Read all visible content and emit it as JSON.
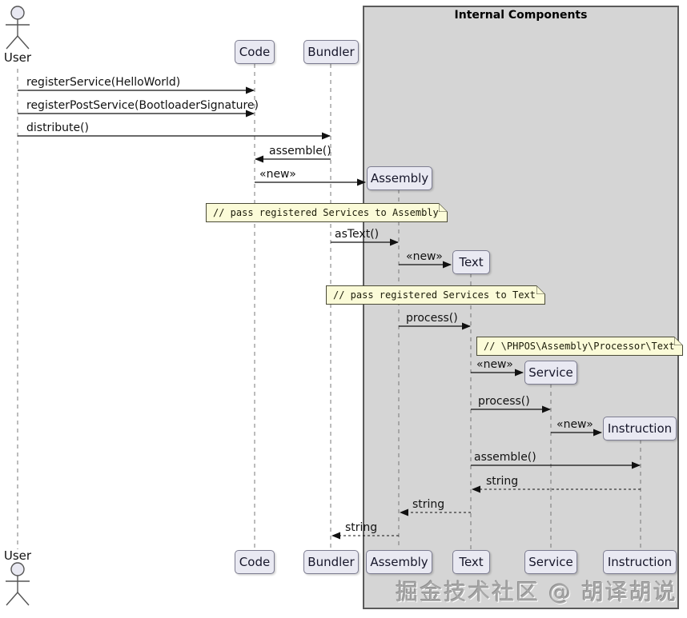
{
  "frame": {
    "title": "Internal Components"
  },
  "actor": {
    "label": "User"
  },
  "participants": [
    {
      "label": "Code"
    },
    {
      "label": "Bundler"
    },
    {
      "label": "Assembly"
    },
    {
      "label": "Text"
    },
    {
      "label": "Service"
    },
    {
      "label": "Instruction"
    }
  ],
  "messages": [
    {
      "label": "registerService(HelloWorld)",
      "from": "User",
      "to": "Code",
      "kind": "call"
    },
    {
      "label": "registerPostService(BootloaderSignature)",
      "from": "User",
      "to": "Code",
      "kind": "call"
    },
    {
      "label": "distribute()",
      "from": "User",
      "to": "Bundler",
      "kind": "call"
    },
    {
      "label": "assemble()",
      "from": "Bundler",
      "to": "Code",
      "kind": "call"
    },
    {
      "label": "«new»",
      "from": "Code",
      "to": "Assembly",
      "kind": "create"
    },
    {
      "label": "asText()",
      "from": "Bundler",
      "to": "Assembly",
      "kind": "call"
    },
    {
      "label": "«new»",
      "from": "Assembly",
      "to": "Text",
      "kind": "create"
    },
    {
      "label": "process()",
      "from": "Assembly",
      "to": "Text",
      "kind": "call"
    },
    {
      "label": "«new»",
      "from": "Text",
      "to": "Service",
      "kind": "create"
    },
    {
      "label": "process()",
      "from": "Text",
      "to": "Service",
      "kind": "call"
    },
    {
      "label": "«new»",
      "from": "Service",
      "to": "Instruction",
      "kind": "create"
    },
    {
      "label": "assemble()",
      "from": "Text",
      "to": "Instruction",
      "kind": "call"
    },
    {
      "label": "string",
      "from": "Instruction",
      "to": "Text",
      "kind": "return"
    },
    {
      "label": "string",
      "from": "Text",
      "to": "Assembly",
      "kind": "return"
    },
    {
      "label": "string",
      "from": "Assembly",
      "to": "Bundler",
      "kind": "return"
    }
  ],
  "notes": [
    {
      "text": "// pass registered Services to Assembly"
    },
    {
      "text": "// pass registered Services to Text"
    },
    {
      "text": "// \\PHPOS\\Assembly\\Processor\\Text"
    }
  ],
  "watermark": {
    "text": "掘金技术社区 @ 胡译胡说"
  },
  "colors": {
    "frame_bg": "#d5d5d5",
    "frame_border": "#5a5a5a",
    "participant_bg": "#e9e9f2",
    "participant_border": "#7d7d91",
    "note_bg": "#fbfbd8",
    "note_border": "#4a4a36",
    "arrow": "#111111",
    "lifeline": "#787878",
    "watermark": "#a8a8a8"
  }
}
